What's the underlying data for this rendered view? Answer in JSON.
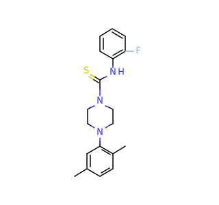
{
  "molecule": {
    "atom_labels": {
      "sulfur": "S",
      "nh": "N",
      "h": "H",
      "fluorine": "F",
      "n_top": "N",
      "n_bottom": "N"
    },
    "colors": {
      "carbon_bond": "#000000",
      "sulfur": "#c8c800",
      "nitrogen": "#3333ff",
      "fluorine": "#8fb4c0"
    }
  }
}
